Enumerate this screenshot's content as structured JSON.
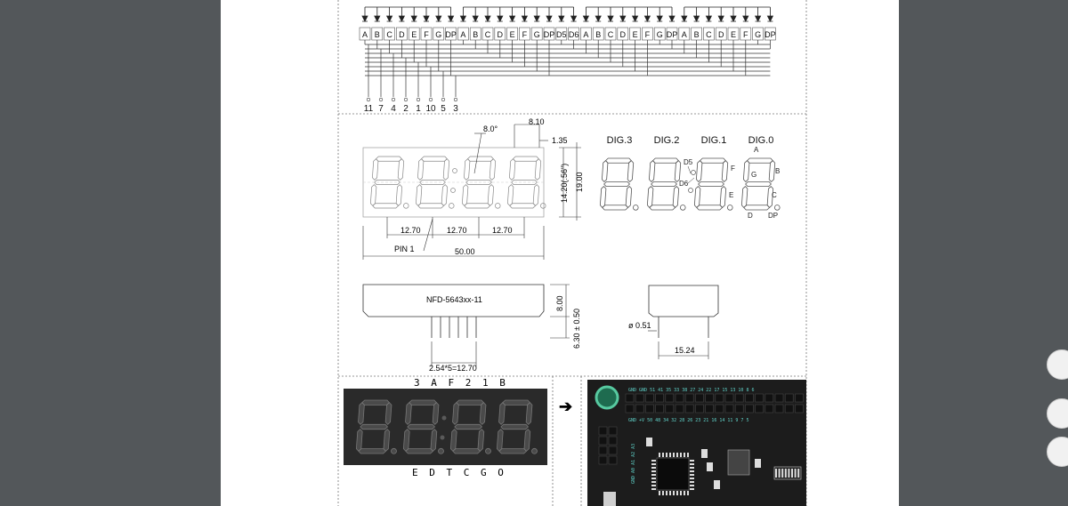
{
  "schematic": {
    "segment_labels": [
      "A",
      "B",
      "C",
      "D",
      "E",
      "F",
      "G",
      "DP",
      "A",
      "B",
      "C",
      "D",
      "E",
      "F",
      "G",
      "DP",
      "D5",
      "D6",
      "A",
      "B",
      "C",
      "D",
      "E",
      "F",
      "G",
      "DP",
      "A",
      "B",
      "C",
      "D",
      "E",
      "F",
      "G",
      "DP"
    ],
    "pin_numbers": [
      "11",
      "7",
      "4",
      "2",
      "1",
      "10",
      "5",
      "3"
    ]
  },
  "front_view": {
    "dim_top_angle": "8.0°",
    "dim_top_width": "8.10",
    "dim_segment": "1.35",
    "dim_digit_height": "14.20(.56\")",
    "dim_height": "19.00",
    "dim_pitch_1": "12.70",
    "dim_pitch_2": "12.70",
    "dim_pitch_3": "12.70",
    "pin_label": "PIN 1",
    "dim_width": "50.00"
  },
  "digit_map": {
    "digits": [
      "DIG.3",
      "DIG.2",
      "DIG.1",
      "DIG.0"
    ],
    "seg_a": "A",
    "seg_b": "B",
    "seg_c": "C",
    "seg_d": "D",
    "seg_e": "E",
    "seg_f": "F",
    "seg_g": "G",
    "seg_dp": "DP",
    "seg_d5": "D5",
    "seg_d6": "D6"
  },
  "side_view": {
    "part_number": "NFD-5643xx-11",
    "dim_body": "8.00",
    "dim_pin_len": "6.30 ± 0.50",
    "dim_pin_pitch": "2.54*5=12.70",
    "dim_pin_dia": "ø 0.51",
    "dim_row_spacing": "15.24"
  },
  "photo": {
    "top_pins": "3 A F 2 1 B",
    "bottom_pins": "E D T C G O",
    "arrow": "➔"
  },
  "board": {
    "header_row1": "GND GND 51 41 35 33 38 27 24 22 17 15 13 10 8 6",
    "header_row2": "GND +V 50 48 34 32 28 26 23 21 16 14 11 9 7 5",
    "side_labels": "GND A0 A1 A2 A3"
  }
}
